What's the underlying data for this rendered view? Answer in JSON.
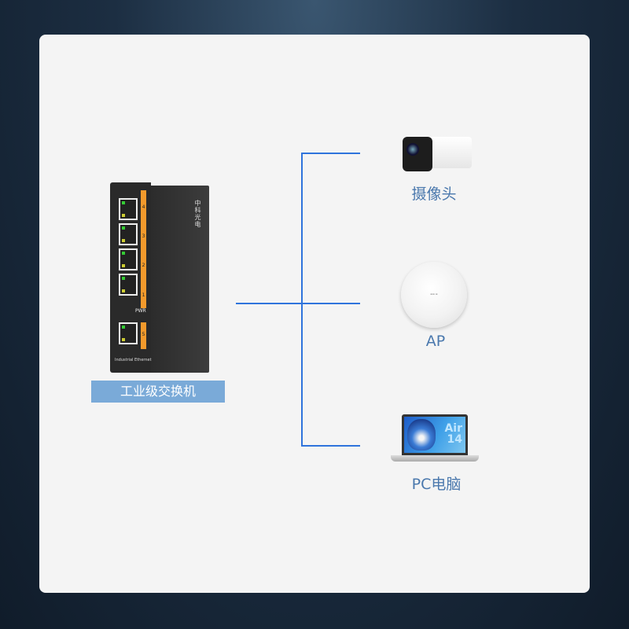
{
  "switch": {
    "label": "工业级交换机",
    "brand": "中科光电",
    "ports": [
      "4",
      "3",
      "2",
      "1",
      "5"
    ],
    "pwr_label": "PWR",
    "model_text": "Industrial Ethernet"
  },
  "devices": [
    {
      "label": "摄像头",
      "icon": "camera-icon"
    },
    {
      "label": "AP",
      "icon": "access-point-icon"
    },
    {
      "label": "PC电脑",
      "icon": "laptop-icon",
      "screen_text": [
        "Air",
        "14"
      ]
    }
  ],
  "colors": {
    "line": "#2f74dc",
    "label_bg": "#7aaad8",
    "device_label": "#4a78ad",
    "port_strip": "#f39a2c"
  }
}
